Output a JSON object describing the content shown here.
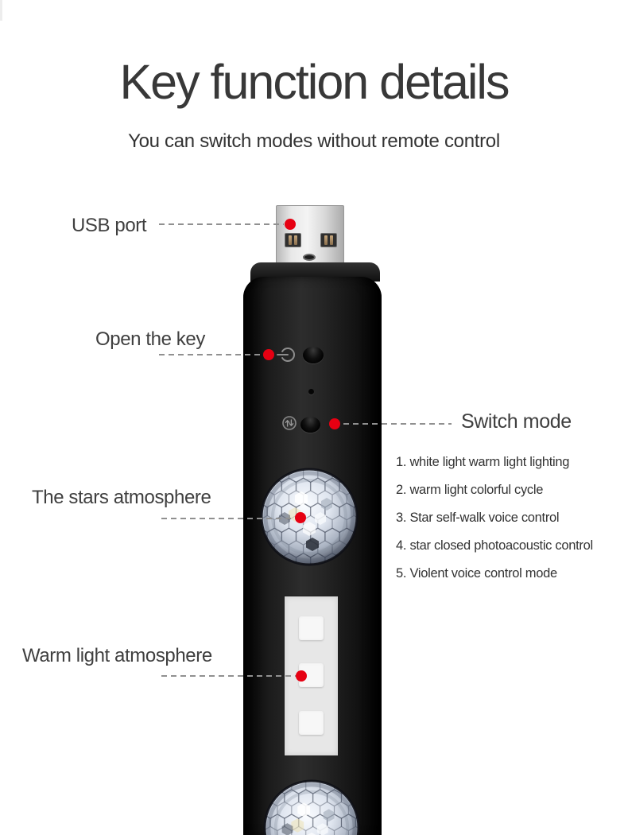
{
  "title": "Key function details",
  "subtitle": "You can switch modes without remote control",
  "callouts": {
    "usb_port": {
      "label": "USB port"
    },
    "open_key": {
      "label": "Open the key"
    },
    "switch_mode": {
      "label": "Switch mode"
    },
    "stars_atmosphere": {
      "label": "The stars atmosphere"
    },
    "warm_atmosphere": {
      "label": "Warm light atmosphere"
    }
  },
  "mode_list": [
    "1. white light warm light lighting",
    "2. warm light colorful cycle",
    "3. Star self-walk voice control",
    "4. star closed photoacoustic control",
    "5. Violent voice control mode"
  ],
  "device": {
    "icons": {
      "power": "power-icon",
      "mode": "mode-switch-icon"
    },
    "parts": {
      "usb_connector": "USB plug",
      "star_ball_top": "disco-ball",
      "star_ball_bottom": "disco-ball",
      "warm_light_panel": "warm LED panel"
    }
  },
  "colors": {
    "accent_red": "#e60012",
    "text_title": "#383838",
    "text_label": "#3f3f3f",
    "text_list": "#333333",
    "leader_dash": "#909090",
    "device_black": "#1a1a1a",
    "panel_gray": "#e7e7e7",
    "usb_metal": "#d8d8d8"
  }
}
